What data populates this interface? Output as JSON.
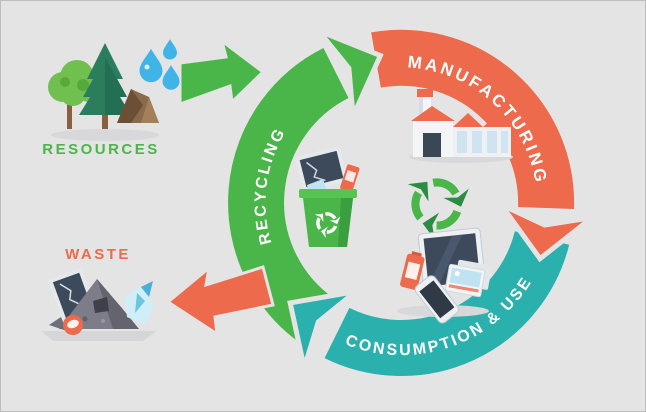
{
  "diagram": {
    "title_semantic": "electronics lifecycle recycling diagram",
    "background_color": "#e4e4e5",
    "text_color": "#ffffff",
    "flow_direction": "clockwise",
    "stages": [
      {
        "id": "recycling",
        "label": "RECYCLING",
        "color": "#4ab649",
        "position": "left-arc"
      },
      {
        "id": "manufacturing",
        "label": "MANUFACTURING",
        "color": "#ed6a4c",
        "position": "top-right-arc"
      },
      {
        "id": "consumption_use",
        "label": "CONSUMPTION & USE",
        "color": "#2ab1ae",
        "position": "bottom-arc"
      }
    ],
    "external": {
      "resources": {
        "label": "RESOURCES",
        "color": "#4ab649",
        "icon": "nature-resources-icon",
        "arrow": "into cycle"
      },
      "waste": {
        "label": "WASTE",
        "color": "#ed6a4c",
        "icon": "e-waste-pile-icon",
        "arrow": "out of cycle"
      }
    },
    "icons": {
      "nature_resources": "trees, ore pile and water drops",
      "factory": "manufacturing plant with orange sawtooth roofs",
      "devices": "tablet, smartphone, battery and photo cards",
      "recycle_bin": "green bin with broken electronics",
      "recycle_symbol": "green chasing-arrows recycling symbol",
      "waste_pile": "gray pile of broken electronic waste"
    }
  }
}
